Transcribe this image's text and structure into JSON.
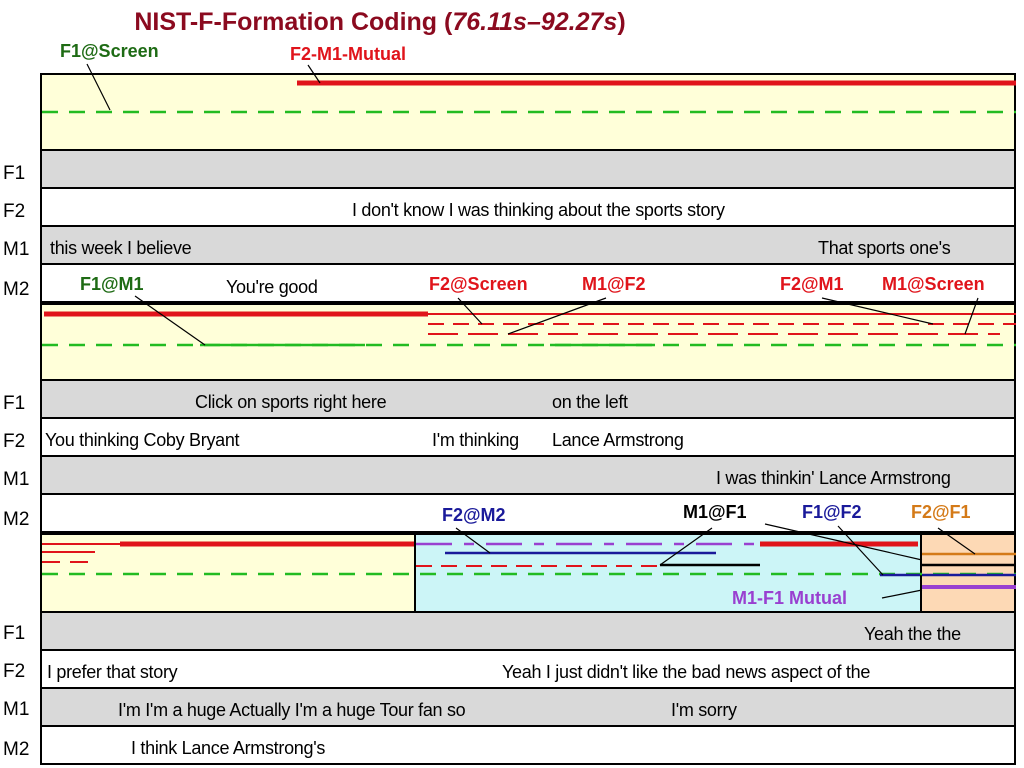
{
  "title": {
    "prefix": "NIST-F-Formation Coding (",
    "range": "76.11s–92.27s",
    "suffix": ")"
  },
  "speakers": [
    "F1",
    "F2",
    "M1",
    "M2"
  ],
  "colors": {
    "red": "#e0141b",
    "green": "#22bb22",
    "dark_green": "#1e6b14",
    "navy": "#1a1a9a",
    "purple": "#9940d0",
    "orange": "#d47a18",
    "band_yellow": "#ffffd9",
    "band_cyan": "#ccf5f7",
    "band_orange": "#fdd9b5",
    "row_gray": "#d9d9d9",
    "title": "#8b0a1f"
  },
  "panel1": {
    "tags": {
      "f1_screen": "F1@Screen",
      "f2_m1_mutual": "F2-M1-Mutual"
    },
    "utterances": {
      "f1": "",
      "f2": "I don't know I was thinking about the sports story",
      "m1_a": "this week I believe",
      "m1_b": "That sports one's",
      "m2": ""
    }
  },
  "panel2": {
    "tags": {
      "f1_m1": "F1@M1",
      "f2_screen": "F2@Screen",
      "m1_f2": "M1@F2",
      "f2_m1": "F2@M1",
      "m1_screen": "M1@Screen"
    },
    "overlap_text": "You're good",
    "utterances": {
      "f1_a": "Click on sports right here",
      "f1_b": "on the left",
      "f2_a": "You thinking Coby Bryant",
      "f2_b": "I'm thinking",
      "f2_c": "Lance Armstrong",
      "m1": "I was thinkin'  Lance Armstrong",
      "m2": ""
    }
  },
  "panel3": {
    "tags": {
      "f2_m2": "F2@M2",
      "m1_f1": "M1@F1",
      "f1_f2": "F1@F2",
      "f2_f1": "F2@F1",
      "m1_f1_mutual": "M1-F1 Mutual"
    },
    "utterances": {
      "f1": "Yeah the the",
      "f2_a": "I prefer that story",
      "f2_b": "Yeah I just didn't like the bad news aspect of the",
      "m1_a": "I'm I'm a huge Actually I'm a huge Tour fan so",
      "m1_b": "I'm sorry",
      "m2": "I think Lance Armstrong's"
    }
  }
}
